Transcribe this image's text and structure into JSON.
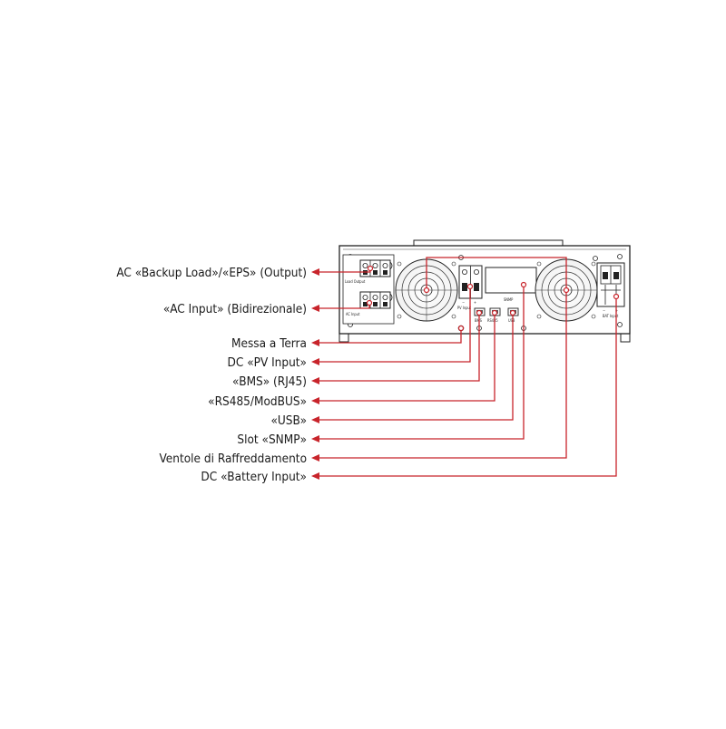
{
  "callouts": [
    {
      "id": "ac-output",
      "text": "AC «Backup Load»/«EPS» (Output)"
    },
    {
      "id": "ac-input",
      "text": "«AC Input» (Bidirezionale)"
    },
    {
      "id": "ground",
      "text": "Messa a Terra"
    },
    {
      "id": "pv-input",
      "text": "DC «PV Input»"
    },
    {
      "id": "bms",
      "text": "«BMS» (RJ45)"
    },
    {
      "id": "rs485",
      "text": "«RS485/ModBUS»"
    },
    {
      "id": "usb",
      "text": "«USB»"
    },
    {
      "id": "snmp",
      "text": "Slot «SNMP»"
    },
    {
      "id": "fans",
      "text": "Ventole di Raffreddamento"
    },
    {
      "id": "battery",
      "text": "DC «Battery Input»"
    }
  ],
  "panel_labels": {
    "load_output": "Load Output",
    "ac_input": "AC Input",
    "pv_input": "PV Input",
    "snmp": "SNMP",
    "bms": "BMS",
    "rs485": "RS485",
    "usb": "USB",
    "bat_input": "BAT Input",
    "minus": "−",
    "plus": "+"
  },
  "colors": {
    "leader_line": "#c8242b",
    "outline": "#222222",
    "text": "#1a1a1a"
  }
}
